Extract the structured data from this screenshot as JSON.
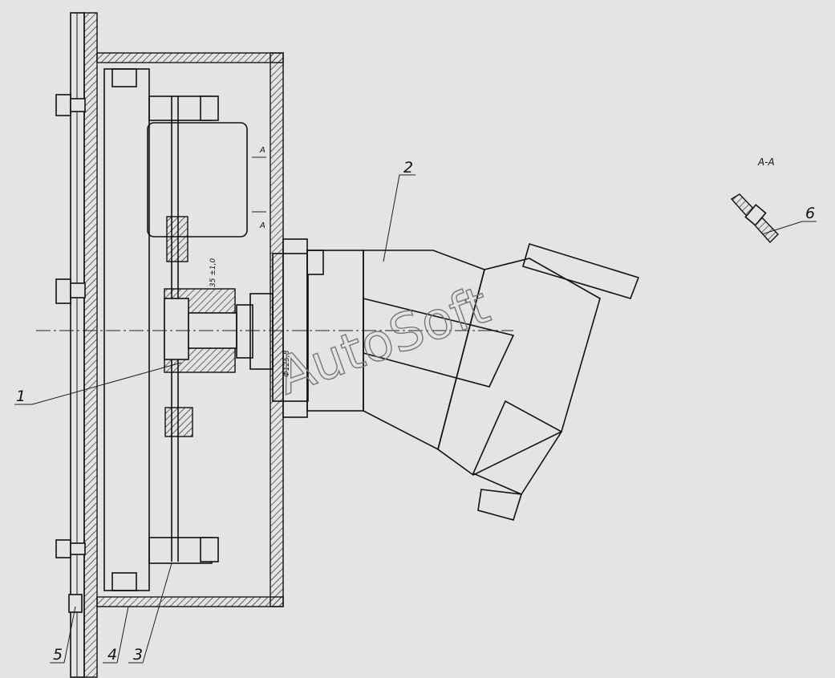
{
  "callouts": {
    "c1": "1",
    "c2": "2",
    "c3": "3",
    "c4": "4",
    "c5": "5",
    "c6": "6"
  },
  "section": {
    "title": "A-A",
    "mark_top": "A",
    "mark_bottom": "A"
  },
  "notes": {
    "clearance": "35 ±1,0",
    "diameter": "Ф125,8"
  },
  "watermark": "AutoSoft"
}
